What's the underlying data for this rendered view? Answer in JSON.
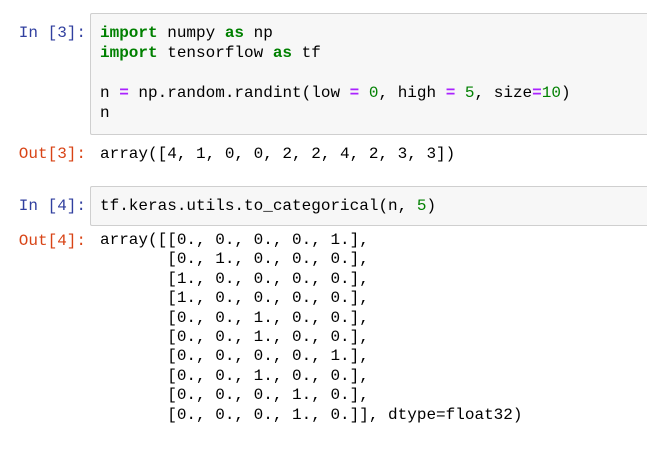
{
  "cells": [
    {
      "in_prompt": "In [3]:",
      "code_lines": [
        [
          {
            "t": "import",
            "c": "kw"
          },
          {
            "t": " numpy "
          },
          {
            "t": "as",
            "c": "kw"
          },
          {
            "t": " np"
          }
        ],
        [
          {
            "t": "import",
            "c": "kw"
          },
          {
            "t": " tensorflow "
          },
          {
            "t": "as",
            "c": "kw"
          },
          {
            "t": " tf"
          }
        ],
        [],
        [
          {
            "t": "n "
          },
          {
            "t": "=",
            "c": "op"
          },
          {
            "t": " np.random.randint(low "
          },
          {
            "t": "=",
            "c": "op"
          },
          {
            "t": " "
          },
          {
            "t": "0",
            "c": "num"
          },
          {
            "t": ", high "
          },
          {
            "t": "=",
            "c": "op"
          },
          {
            "t": " "
          },
          {
            "t": "5",
            "c": "num"
          },
          {
            "t": ", size"
          },
          {
            "t": "=",
            "c": "op"
          },
          {
            "t": "10",
            "c": "num"
          },
          {
            "t": ")"
          }
        ],
        [
          {
            "t": "n"
          }
        ]
      ],
      "out_prompt": "Out[3]:",
      "output": "array([4, 1, 0, 0, 2, 2, 4, 2, 3, 3])"
    },
    {
      "in_prompt": "In [4]:",
      "code_lines": [
        [
          {
            "t": "tf.keras.utils.to_categorical(n, "
          },
          {
            "t": "5",
            "c": "num"
          },
          {
            "t": ")"
          }
        ]
      ],
      "out_prompt": "Out[4]:",
      "output": "array([[0., 0., 0., 0., 1.],\n       [0., 1., 0., 0., 0.],\n       [1., 0., 0., 0., 0.],\n       [1., 0., 0., 0., 0.],\n       [0., 0., 1., 0., 0.],\n       [0., 0., 1., 0., 0.],\n       [0., 0., 0., 0., 1.],\n       [0., 0., 1., 0., 0.],\n       [0., 0., 0., 1., 0.],\n       [0., 0., 0., 1., 0.]], dtype=float32)"
    }
  ]
}
